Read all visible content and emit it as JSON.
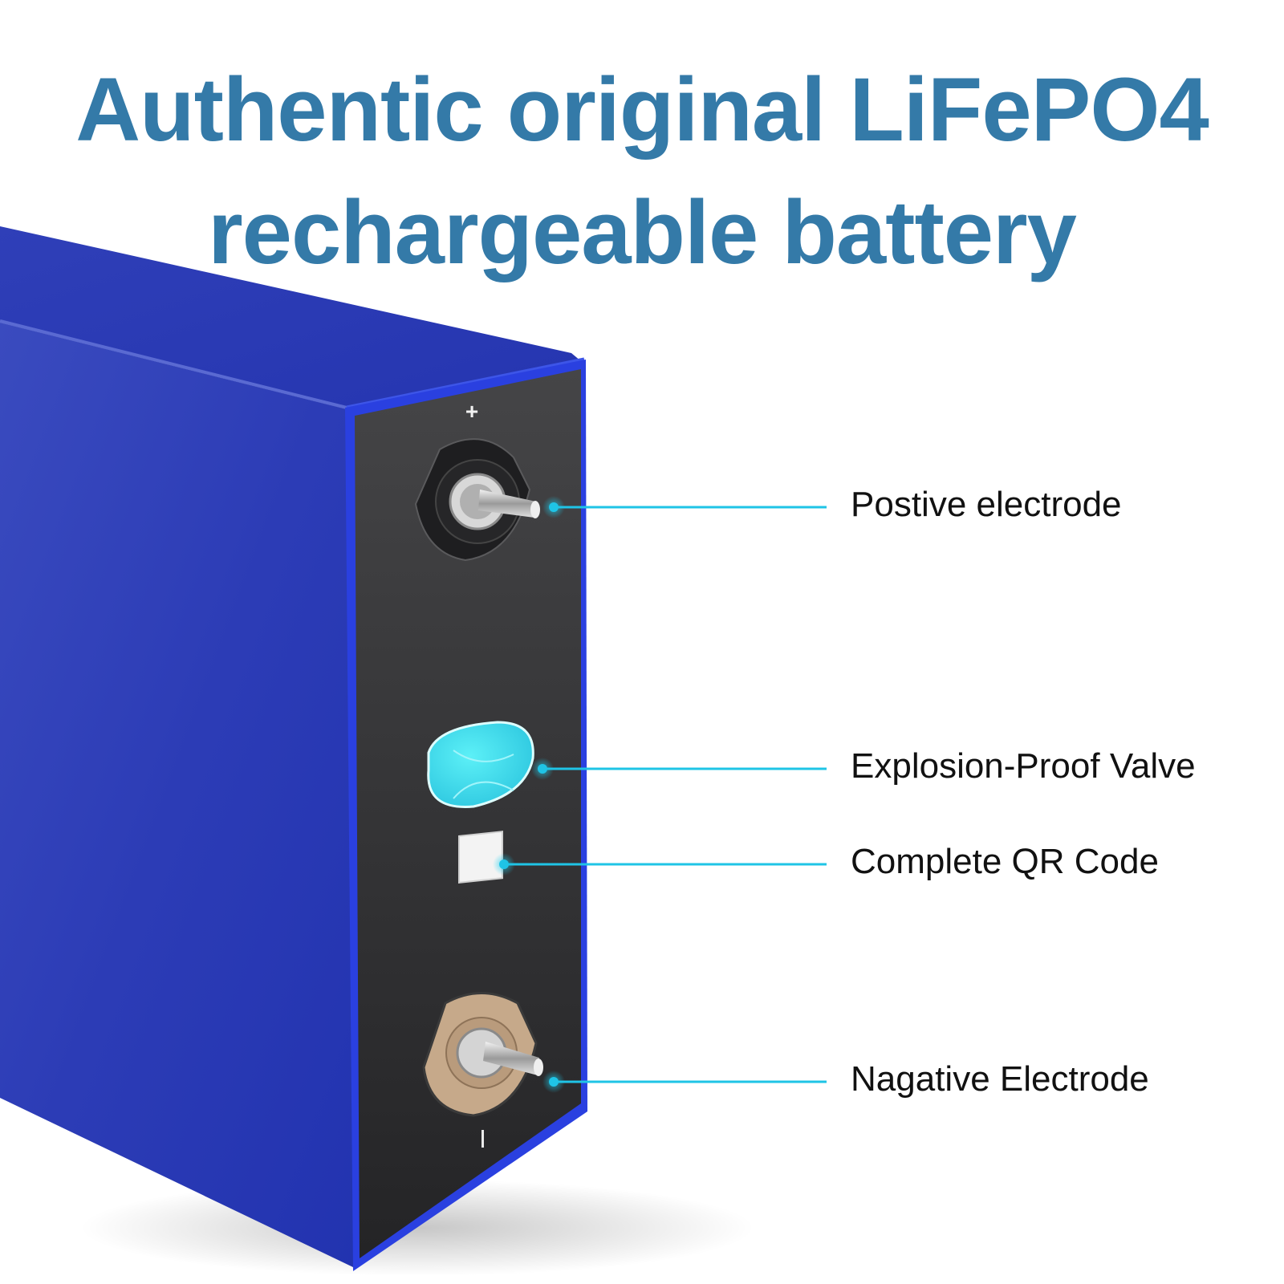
{
  "header": {
    "title_line1": "Authentic original LiFePO4",
    "title_line2": "rechargeable battery"
  },
  "battery": {
    "positive_mark": "+",
    "negative_mark": "|",
    "colors": {
      "casing": "#2d3db5",
      "front_face": "#3a3a3c",
      "title": "#347aa8",
      "callout": "#1fc4e6",
      "valve": "#3fe0ef"
    }
  },
  "callouts": [
    {
      "label": "Postive electrode"
    },
    {
      "label": "Explosion-Proof Valve"
    },
    {
      "label": "Complete QR Code"
    },
    {
      "label": "Nagative Electrode"
    }
  ]
}
